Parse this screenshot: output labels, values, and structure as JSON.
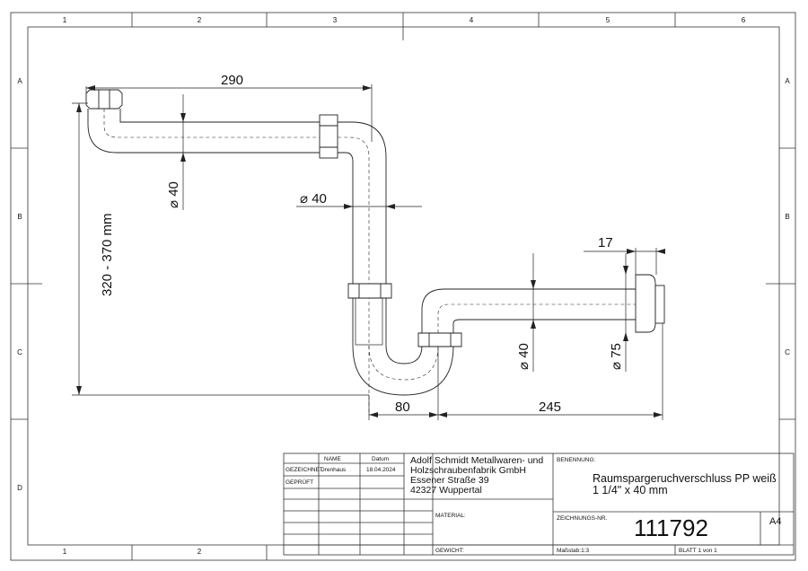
{
  "border": {
    "columns": [
      "1",
      "2",
      "3",
      "4",
      "5",
      "6"
    ],
    "rows": [
      "A",
      "B",
      "C",
      "D"
    ]
  },
  "dimensions": {
    "top_length": "290",
    "dia_horizontal_pipe": "⌀ 40",
    "dia_vertical_pipe": "⌀ 40",
    "height_range": "320 - 370 mm",
    "cap_thickness": "17",
    "dia_outlet_pipe": "⌀ 40",
    "dia_wall_flange": "⌀ 75",
    "bottom_left": "80",
    "bottom_right": "245"
  },
  "title_block": {
    "head_name": "NAME",
    "head_date": "Datum",
    "row_drawn_label": "GEZEICHNET",
    "row_drawn_name": "Drenhaus",
    "row_drawn_date": "18.04.2024",
    "row_checked_label": "GEPRÜFT",
    "company_lines": [
      "Adolf Schmidt Metallwaren- und",
      "Holzschraubenfabrik GmbH",
      "Essener Straße 39",
      "42327 Wuppertal"
    ],
    "designation_label": "BENENNUNG:",
    "designation_lines": [
      "Raumspargeruchverschluss PP weiß",
      "1 1/4\" x 40 mm"
    ],
    "material_label": "MATERIAL:",
    "drawing_no_label": "ZEICHNUNGS-NR.",
    "drawing_no": "111792",
    "paper_size": "A4",
    "weight_label": "GEWICHT:",
    "scale": "Maßstab:1:3",
    "sheet": "BLATT 1 von 1"
  }
}
